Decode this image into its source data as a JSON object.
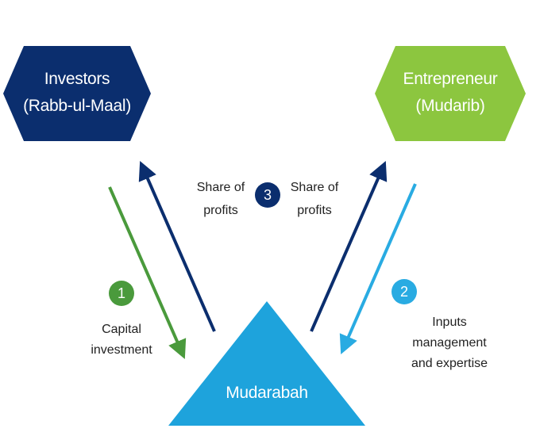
{
  "nodes": {
    "investors": {
      "line1": "Investors",
      "line2": "(Rabb-ul-Maal)",
      "color": "#0b2e6e"
    },
    "entrepreneur": {
      "line1": "Entrepreneur",
      "line2": "(Mudarib)",
      "color": "#8cc63f"
    },
    "mudarabah": {
      "label": "Mudarabah",
      "color": "#1ea3dc"
    }
  },
  "steps": {
    "step1": {
      "number": "1",
      "color": "#4a9a3c",
      "label_line1": "Capital",
      "label_line2": "investment"
    },
    "step2": {
      "number": "2",
      "color": "#29abe2",
      "label_line1": "Inputs",
      "label_line2": "management",
      "label_line3": "and expertise"
    },
    "step3": {
      "number": "3",
      "color": "#0b2e6e",
      "left_line1": "Share of",
      "left_line2": "profits",
      "right_line1": "Share of",
      "right_line2": "profits"
    }
  },
  "arrow_colors": {
    "capital": "#4a9a3c",
    "profit": "#0b2e6e",
    "inputs": "#29abe2"
  }
}
